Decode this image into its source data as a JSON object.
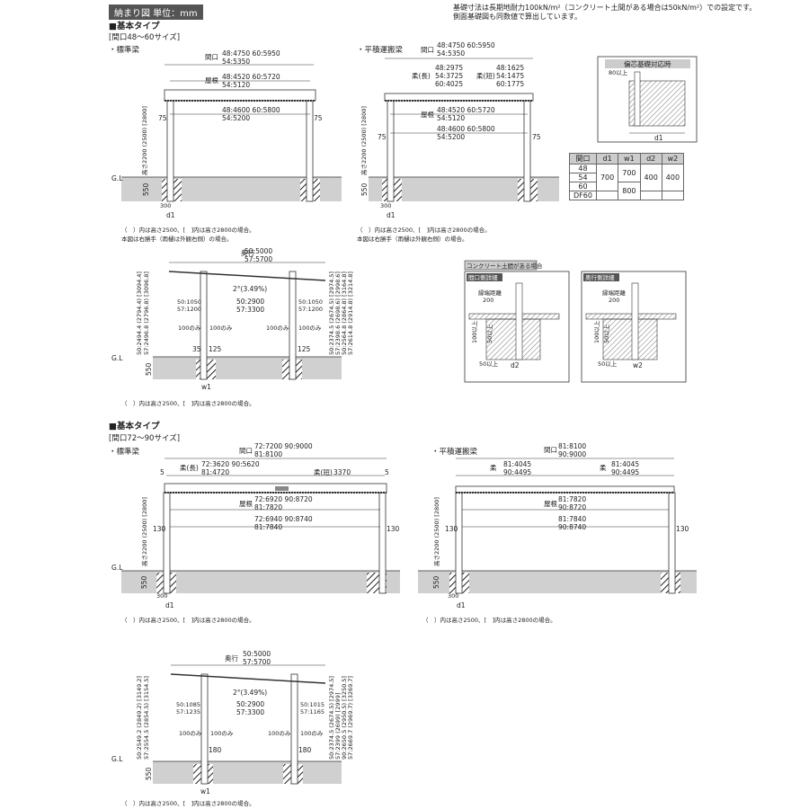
{
  "header": {
    "title": "納まり図 単位：mm"
  },
  "top_note": {
    "line1": "基礎寸法は長期地耐力100kN/m²（コンクリート土間がある場合は50kN/m²）での設定です。",
    "line2": "側面基礎図も同数値で算出しています。"
  },
  "s1": {
    "title": "■基本タイプ",
    "range": "[間口48〜60サイズ]"
  },
  "s2": {
    "title": "■基本タイプ",
    "range": "[間口72〜90サイズ]"
  },
  "labels": {
    "standard": "・標準梁",
    "parallel": "・平積運搬梁",
    "gl": "G.L",
    "mag": "間口",
    "roof": "屋根",
    "beam_long": "柔(長)",
    "beam_short": "柔(短)",
    "beam": "柔",
    "depth": "奥行",
    "slope": "2°(3.49%)",
    "only100": "100のみ"
  },
  "d1": {
    "top": "48:4750 60:5950",
    "top2": "54:5350",
    "roof": "48:4520 60:5720",
    "roof2": "54:5120",
    "inner": "48:4600 60:5800",
    "inner2": "54:5200",
    "edge": "75",
    "height": "高さ2200 (2500) [2800]",
    "foot": "550",
    "post": "300",
    "d1": "d1",
    "note1": "（　）内は高さ2500、[　]内は高さ2800の場合。",
    "note2": "本図は右勝手（雨樋は外観右側）の場合。"
  },
  "d2": {
    "top": "48:4750 60:5950",
    "top2": "54:5350",
    "beamL1": "48:2975",
    "beamL2": "54:3725",
    "beamL3": "60:4025",
    "beamS1": "48:1625",
    "beamS2": "54:1475",
    "beamS3": "60:1775",
    "roof": "48:4520 60:5720",
    "roof2": "54:5120",
    "inner": "48:4600 60:5800",
    "inner2": "54:5200",
    "edge": "75",
    "foot": "550"
  },
  "d3": {
    "depth": "50:5000",
    "depth2": "57:5700",
    "l1": "50:1050",
    "l2": "57:1200",
    "c1": "50:2900",
    "c2": "57:3300",
    "r1": "50:1050",
    "r2": "57:1200",
    "x1": "35",
    "x2": "125",
    "x3": "125",
    "foot": "550",
    "w1": "w1",
    "lh": "50:2494.4 (2794.4) [3094.4]",
    "lh2": "57:2496.8 (2796.8) [3096.8]",
    "rh": "50:2374.5 (2674.5) [2974.5]",
    "rh2": "57:2398.6 (2698.6) [2998.6]",
    "rh3": "50:2564.8 (2864.8) [3164.8]",
    "rh4": "57:2614.8 (2914.8) [3214.8]",
    "note": "（　）内は高さ2500、[　]内は高さ2800の場合。"
  },
  "box_a": {
    "title": "偏芯基礎対応時",
    "dim": "80以上",
    "d1": "d1"
  },
  "spec": {
    "headers": [
      "間口",
      "d1",
      "w1",
      "d2",
      "w2"
    ],
    "rows": [
      [
        "48",
        "700",
        "700",
        "400",
        "400"
      ],
      [
        "54",
        "",
        "",
        "",
        ""
      ],
      [
        "60",
        "",
        "800",
        "",
        ""
      ],
      [
        "DF60",
        "",
        "",
        "",
        ""
      ]
    ]
  },
  "box_b": {
    "title": "コンクリート土間がある場合",
    "p1": "間口側詳細",
    "p2": "奥行側詳細",
    "cl": "縁端距離",
    "v200": "200",
    "v100": "100以上",
    "v50": "50以上",
    "d2": "d2",
    "w2": "w2"
  },
  "d4": {
    "top": "72:7200 90:9000",
    "top2": "81:8100",
    "bl": "72:3620 90:5620",
    "bl2": "81:4720",
    "bs": "3370",
    "roof": "72:6920 90:8720",
    "roof2": "81:7820",
    "inner": "72:6940 90:8740",
    "inner2": "81:7840",
    "e5": "5",
    "e130": "130",
    "foot": "550",
    "post": "300",
    "d1": "d1",
    "note": "（　）内は高さ2500、[　]内は高さ2800の場合。"
  },
  "d5": {
    "top": "81:8100",
    "top2": "90:9000",
    "b1": "81:4045",
    "b2": "90:4495",
    "roof": "81:7820",
    "roof2": "90:8720",
    "inner": "81:7840",
    "inner2": "90:8740",
    "note": "（　）内は高さ2500、[　]内は高さ2800の場合。"
  },
  "d6": {
    "depth": "50:5000",
    "depth2": "57:5700",
    "l1": "50:1085",
    "l2": "57:1235",
    "c1": "50:2900",
    "c2": "57:3300",
    "r1": "50:1015",
    "r2": "57:1165",
    "x1": "180",
    "x2": "180",
    "lh": "50:2549.2 (2849.2) [3149.2]",
    "lh2": "57:2554.5 (2854.5) [3154.5]",
    "rh": "50:2374.5 (2674.5) [2974.5]",
    "rh2": "57:2399 (2699) [2999]",
    "rh3": "90:2650.5 (2950.5) [3250.5]",
    "rh4": "57:2669.7 (2969.7) [3269.7]",
    "note": "（　）内は高さ2500、[　]内は高さ2800の場合。"
  }
}
